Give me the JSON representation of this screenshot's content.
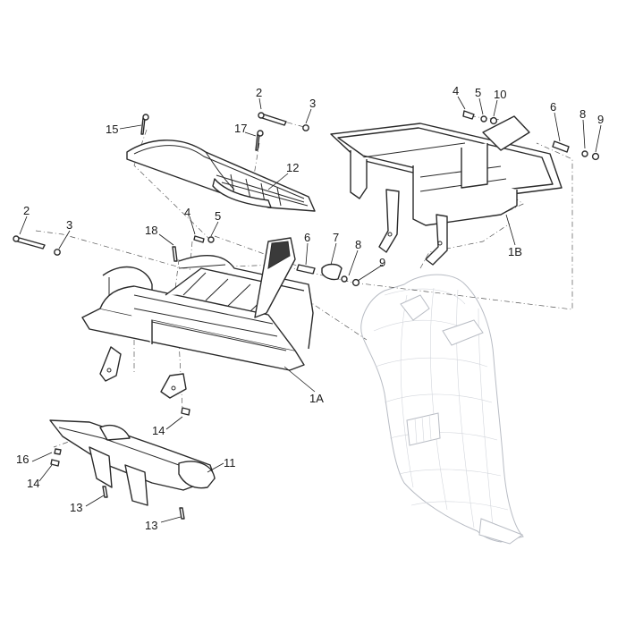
{
  "labels": {
    "l2a": "2",
    "l3a": "3",
    "l4a": "4",
    "l5a": "5",
    "l10": "10",
    "l6a": "6",
    "l8a": "8",
    "l9a": "9",
    "l15": "15",
    "l17": "17",
    "l12": "12",
    "l1b": "1B",
    "l2b": "2",
    "l3b": "3",
    "l18": "18",
    "l4b": "4",
    "l5b": "5",
    "l6b": "6",
    "l7": "7",
    "l8b": "8",
    "l9b": "9",
    "l1a": "1A",
    "l14a": "14",
    "l16": "16",
    "l14b": "14",
    "l11": "11",
    "l13a": "13",
    "l13b": "13"
  }
}
